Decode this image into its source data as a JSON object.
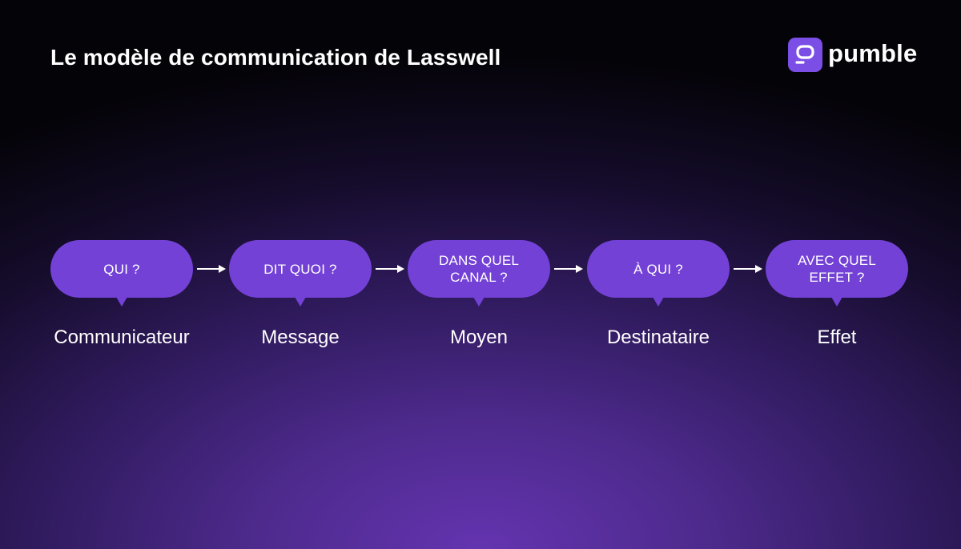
{
  "title": "Le modèle de communication de Lasswell",
  "brand": {
    "name": "pumble",
    "icon": "pumble-logo-icon",
    "color": "#7b4ee6"
  },
  "colors": {
    "bubble": "#7341d6",
    "text": "#ffffff"
  },
  "steps": [
    {
      "question": "QUI ?",
      "label": "Communicateur"
    },
    {
      "question": "DIT QUOI ?",
      "label": "Message"
    },
    {
      "question": "DANS QUEL CANAL ?",
      "label": "Moyen"
    },
    {
      "question": "À QUI ?",
      "label": "Destinataire"
    },
    {
      "question": "AVEC QUEL EFFET ?",
      "label": "Effet"
    }
  ]
}
